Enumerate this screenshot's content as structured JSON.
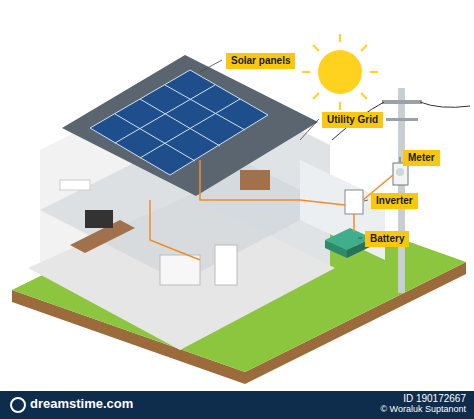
{
  "diagram": {
    "nodes": [
      {
        "text": [
          "Solar panels"
        ]
      },
      {
        "text": [
          "Utility Grid"
        ]
      },
      {
        "text": [
          "Meter"
        ]
      },
      {
        "text": [
          "Inverter"
        ]
      },
      {
        "text": [
          "Battery"
        ]
      }
    ],
    "labels": [
      "dreamstime.com",
      "ID 190172667",
      "© Woraluk Suptanont"
    ]
  }
}
